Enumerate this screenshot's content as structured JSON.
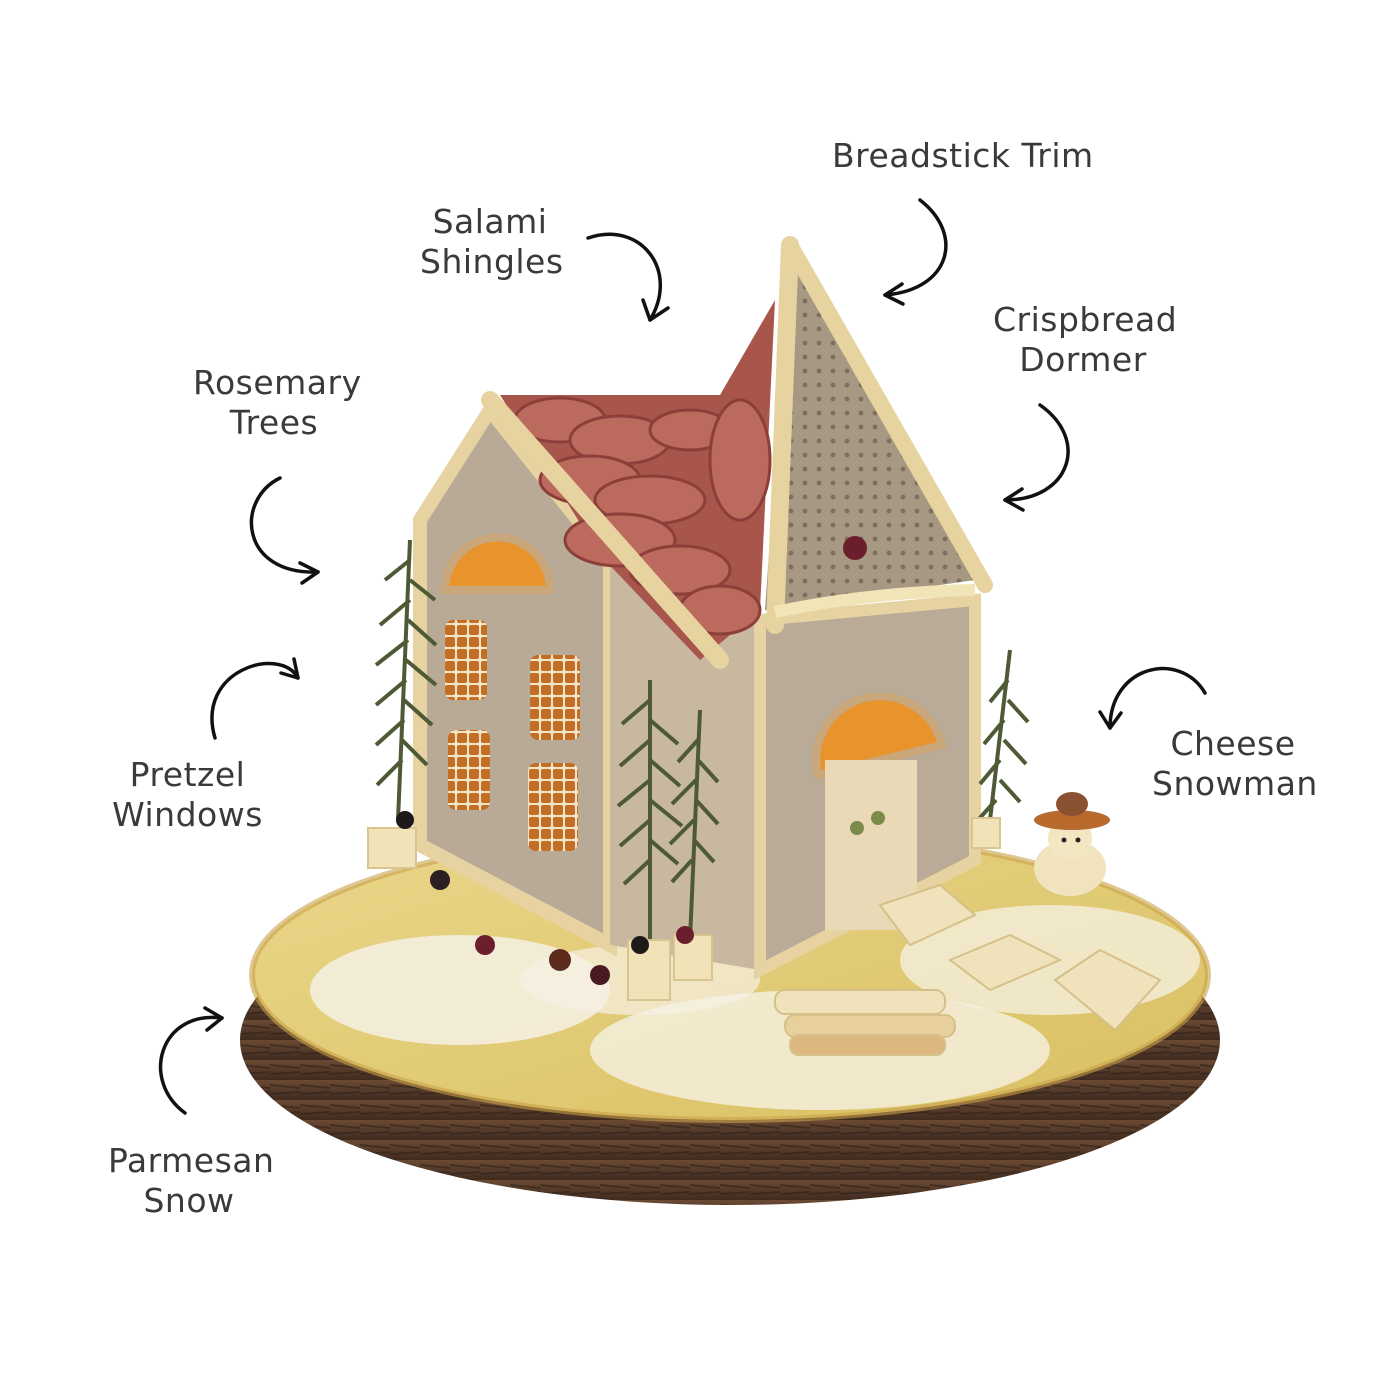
{
  "labels": {
    "breadstick": {
      "lines": [
        "Breadstick Trim"
      ]
    },
    "salami": {
      "lines": [
        "Salami",
        "Shingles"
      ]
    },
    "crispbread": {
      "lines": [
        "Crispbread",
        "Dormer"
      ]
    },
    "rosemary": {
      "lines": [
        "Rosemary",
        "Trees"
      ]
    },
    "pretzel": {
      "lines": [
        "Pretzel",
        "Windows"
      ]
    },
    "cheese": {
      "lines": [
        "Cheese",
        "Snowman"
      ]
    },
    "parmesan": {
      "lines": [
        "Parmesan",
        "Snow"
      ]
    }
  },
  "colors": {
    "text": "#3a3a3a",
    "arrow": "#111111",
    "crispbread": "#b9ab97",
    "salami": "#a9554d",
    "breadstick": "#e4cf9d",
    "orange": "#e8932c",
    "pretzel": "#c66f24",
    "rosemary": "#4e5a35",
    "wood_top": "#e2cd7a",
    "bark": "#5a4030",
    "parmesan": "#f4efe2"
  }
}
